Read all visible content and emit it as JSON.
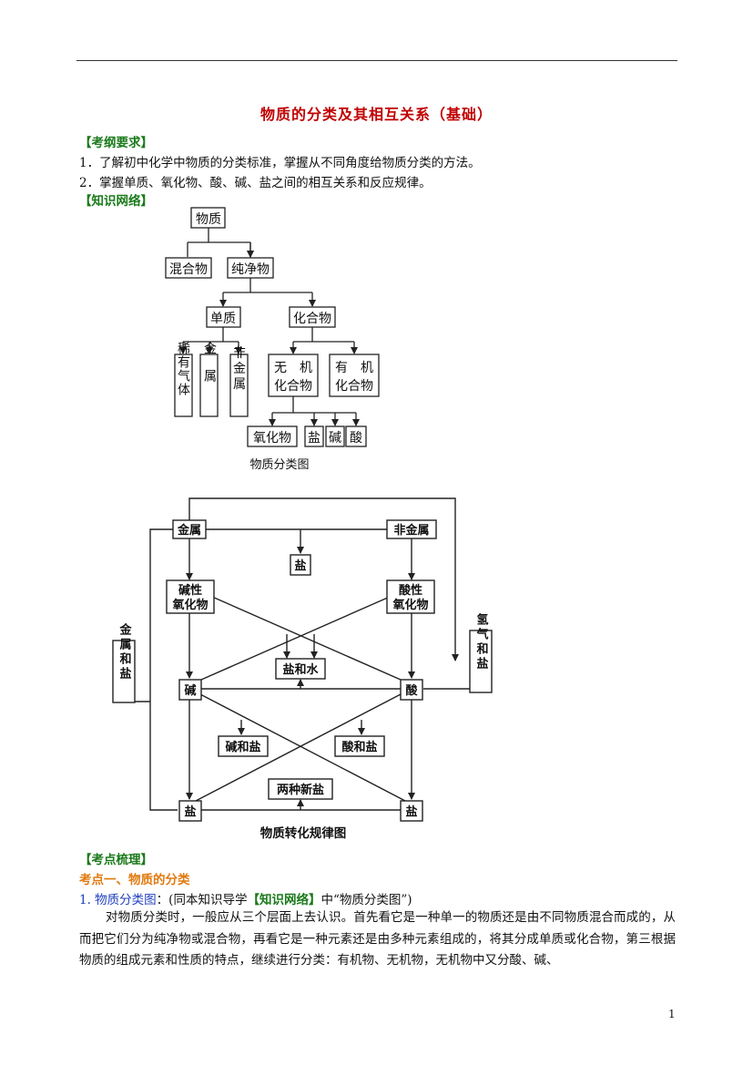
{
  "title": "物质的分类及其相互关系（基础）",
  "sections": {
    "requirements_header": "【考纲要求】",
    "req1": "1．了解初中化学中物质的分类标准，掌握从不同角度给物质分类的方法。",
    "req2": "2．掌握单质、氧化物、酸、碱、盐之间的相互关系和反应规律。",
    "network_header": "【知识网络】",
    "points_header": "【考点梳理】",
    "topic1": "考点一、物质的分类"
  },
  "classification_diagram": {
    "caption": "物质分类图",
    "nodes": {
      "matter": "物质",
      "mixture": "混合物",
      "pure": "纯净物",
      "element": "单质",
      "compound": "化合物",
      "noble_gas": "稀有气体",
      "metal": "金属",
      "nonmetal": "非金属",
      "inorganic_1": "无　机",
      "inorganic_2": "化合物",
      "organic_1": "有　机",
      "organic_2": "化合物",
      "oxide": "氧化物",
      "salt": "盐",
      "base": "碱",
      "acid": "酸"
    }
  },
  "transformation_diagram": {
    "caption": "物质转化规律图",
    "nodes": {
      "metal": "金属",
      "nonmetal": "非金属",
      "salt_top": "盐",
      "basic_oxide_1": "碱性",
      "basic_oxide_2": "氧化物",
      "acidic_oxide_1": "酸性",
      "acidic_oxide_2": "氧化物",
      "metal_and_salt": "金属和盐",
      "hydrogen_and_salt": "氢气和盐",
      "base": "碱",
      "acid": "酸",
      "salt_water": "盐和水",
      "base_salt": "碱和盐",
      "acid_salt": "酸和盐",
      "two_new_salts": "两种新盐",
      "salt_left": "盐",
      "salt_right": "盐"
    }
  },
  "item1": {
    "label": "1. 物质分类图",
    "rest_prefix": "：(同本知识导学",
    "link": "【知识网络】",
    "rest_suffix": "中“物质分类图”)"
  },
  "paragraph": "对物质分类时，一般应从三个层面上去认识。首先看它是一种单一的物质还是由不同物质混合而成的，从而把它们分为纯净物或混合物，再看它是一种元素还是由多种元素组成的，将其分成单质或化合物，第三根据物质的组成元素和性质的特点，继续进行分类：有机物、无机物，无机物中又分酸、碱、",
  "page_number": "1"
}
